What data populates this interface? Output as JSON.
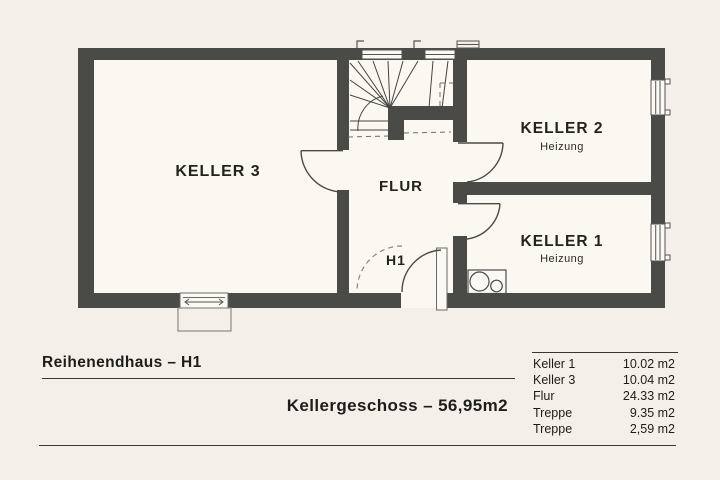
{
  "plan": {
    "rooms": [
      {
        "id": "keller3",
        "label": "KELLER 3"
      },
      {
        "id": "keller2",
        "label": "KELLER 2",
        "sublabel": "Heizung"
      },
      {
        "id": "keller1",
        "label": "KELLER 1",
        "sublabel": "Heizung"
      },
      {
        "id": "flur",
        "label": "FLUR"
      },
      {
        "id": "entry",
        "label": "H1"
      }
    ],
    "colors": {
      "wall": "#4a4a47",
      "background": "#f4f0e9",
      "floor": "#fbf8f2",
      "line": "#45443f",
      "text": "#23221f"
    }
  },
  "footer": {
    "title": "Reihenendhaus – H1",
    "subtitle": "Kellergeschoss – 56,95m2",
    "area_table": {
      "rows": [
        {
          "name": "Keller 1",
          "area": "10.02 m2"
        },
        {
          "name": "Keller 3",
          "area": "10.04 m2"
        },
        {
          "name": "Flur",
          "area": "24.33 m2"
        },
        {
          "name": "Treppe",
          "area": "9.35 m2"
        },
        {
          "name": "Treppe",
          "area": "2,59 m2"
        }
      ]
    }
  }
}
